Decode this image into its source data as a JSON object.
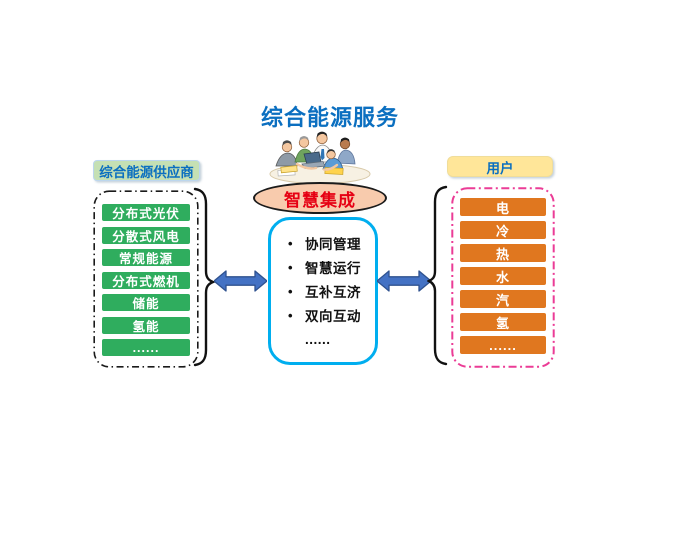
{
  "title": "综合能源服务",
  "integration": {
    "label": "智慧集成"
  },
  "suppliers": {
    "header": "综合能源供应商",
    "items": [
      "分布式光伏",
      "分散式风电",
      "常规能源",
      "分布式燃机",
      "储能",
      "氢能",
      "......"
    ]
  },
  "platform": {
    "items": [
      {
        "bullet": "•",
        "text": "协同管理"
      },
      {
        "bullet": "•",
        "text": "智慧运行"
      },
      {
        "bullet": "•",
        "text": "互补互济"
      },
      {
        "bullet": "•",
        "text": "双向互动"
      },
      {
        "bullet": "",
        "text": "......"
      }
    ]
  },
  "users": {
    "header": "用户",
    "items": [
      "电",
      "冷",
      "热",
      "水",
      "汽",
      "氢",
      "......"
    ]
  },
  "colors": {
    "title_blue": "#0B6FC0",
    "header_text_blue": "#0B6FC0",
    "supplier_header_bg": "#C5E0B4",
    "supplier_item_green": "#2FAD5E",
    "user_header_bg": "#FFE699",
    "user_item_orange": "#E0771F",
    "ellipse_fill": "#F8CBAD",
    "ellipse_text_red": "#E60013",
    "center_border_blue": "#00AEEF",
    "arrow_fill_blue": "#4472C4",
    "arrow_outline_blue": "#2F528F",
    "left_dash_border": "#1a1a1a",
    "right_dash_border": "#EB3C96"
  }
}
